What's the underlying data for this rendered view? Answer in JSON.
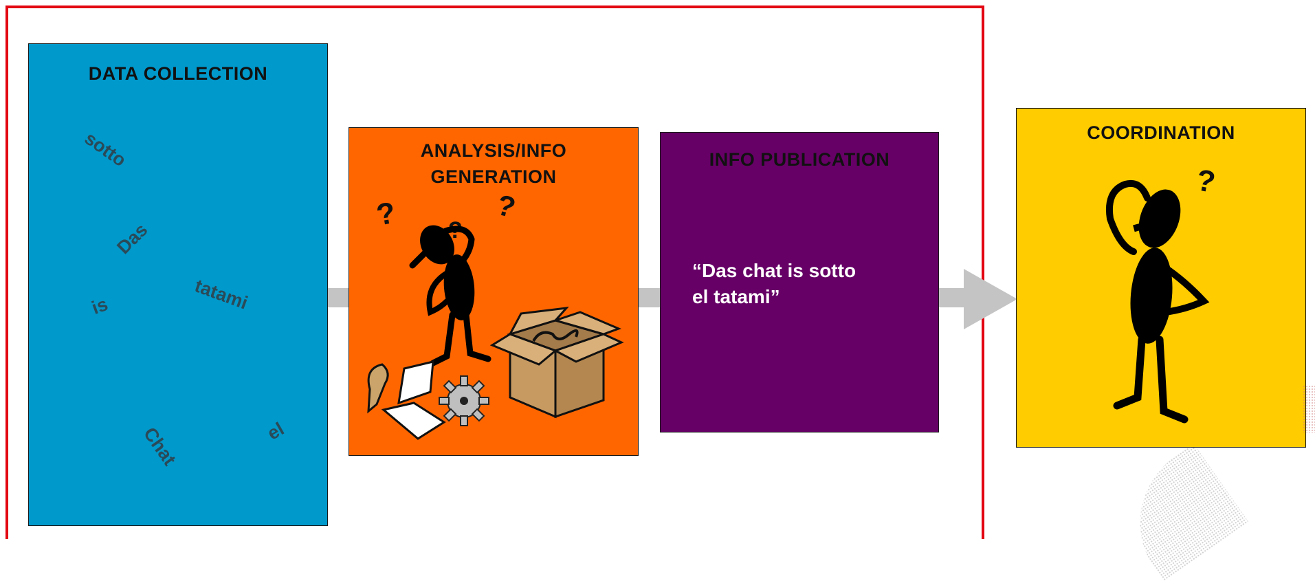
{
  "boxes": {
    "data_collection": {
      "title": "DATA COLLECTION",
      "color": "#0099cc",
      "words": [
        "sotto",
        "Das",
        "is",
        "tatami",
        "Chat",
        "el"
      ]
    },
    "analysis": {
      "title_line1": "ANALYSIS/INFO",
      "title_line2": "GENERATION",
      "color": "#ff6600"
    },
    "publication": {
      "title": "INFO PUBLICATION",
      "quote_line1": "“Das chat is sotto",
      "quote_line2": "el tatami”",
      "color": "#660066"
    },
    "coordination": {
      "title": "COORDINATION",
      "color": "#ffcc00"
    }
  },
  "colors": {
    "frame": "#e30613",
    "arrow": "#c4c4c4"
  },
  "icons": [
    "thinking-figure-icon",
    "papers-icon",
    "gear-icon",
    "question-box-icon",
    "pondering-figure-icon"
  ]
}
